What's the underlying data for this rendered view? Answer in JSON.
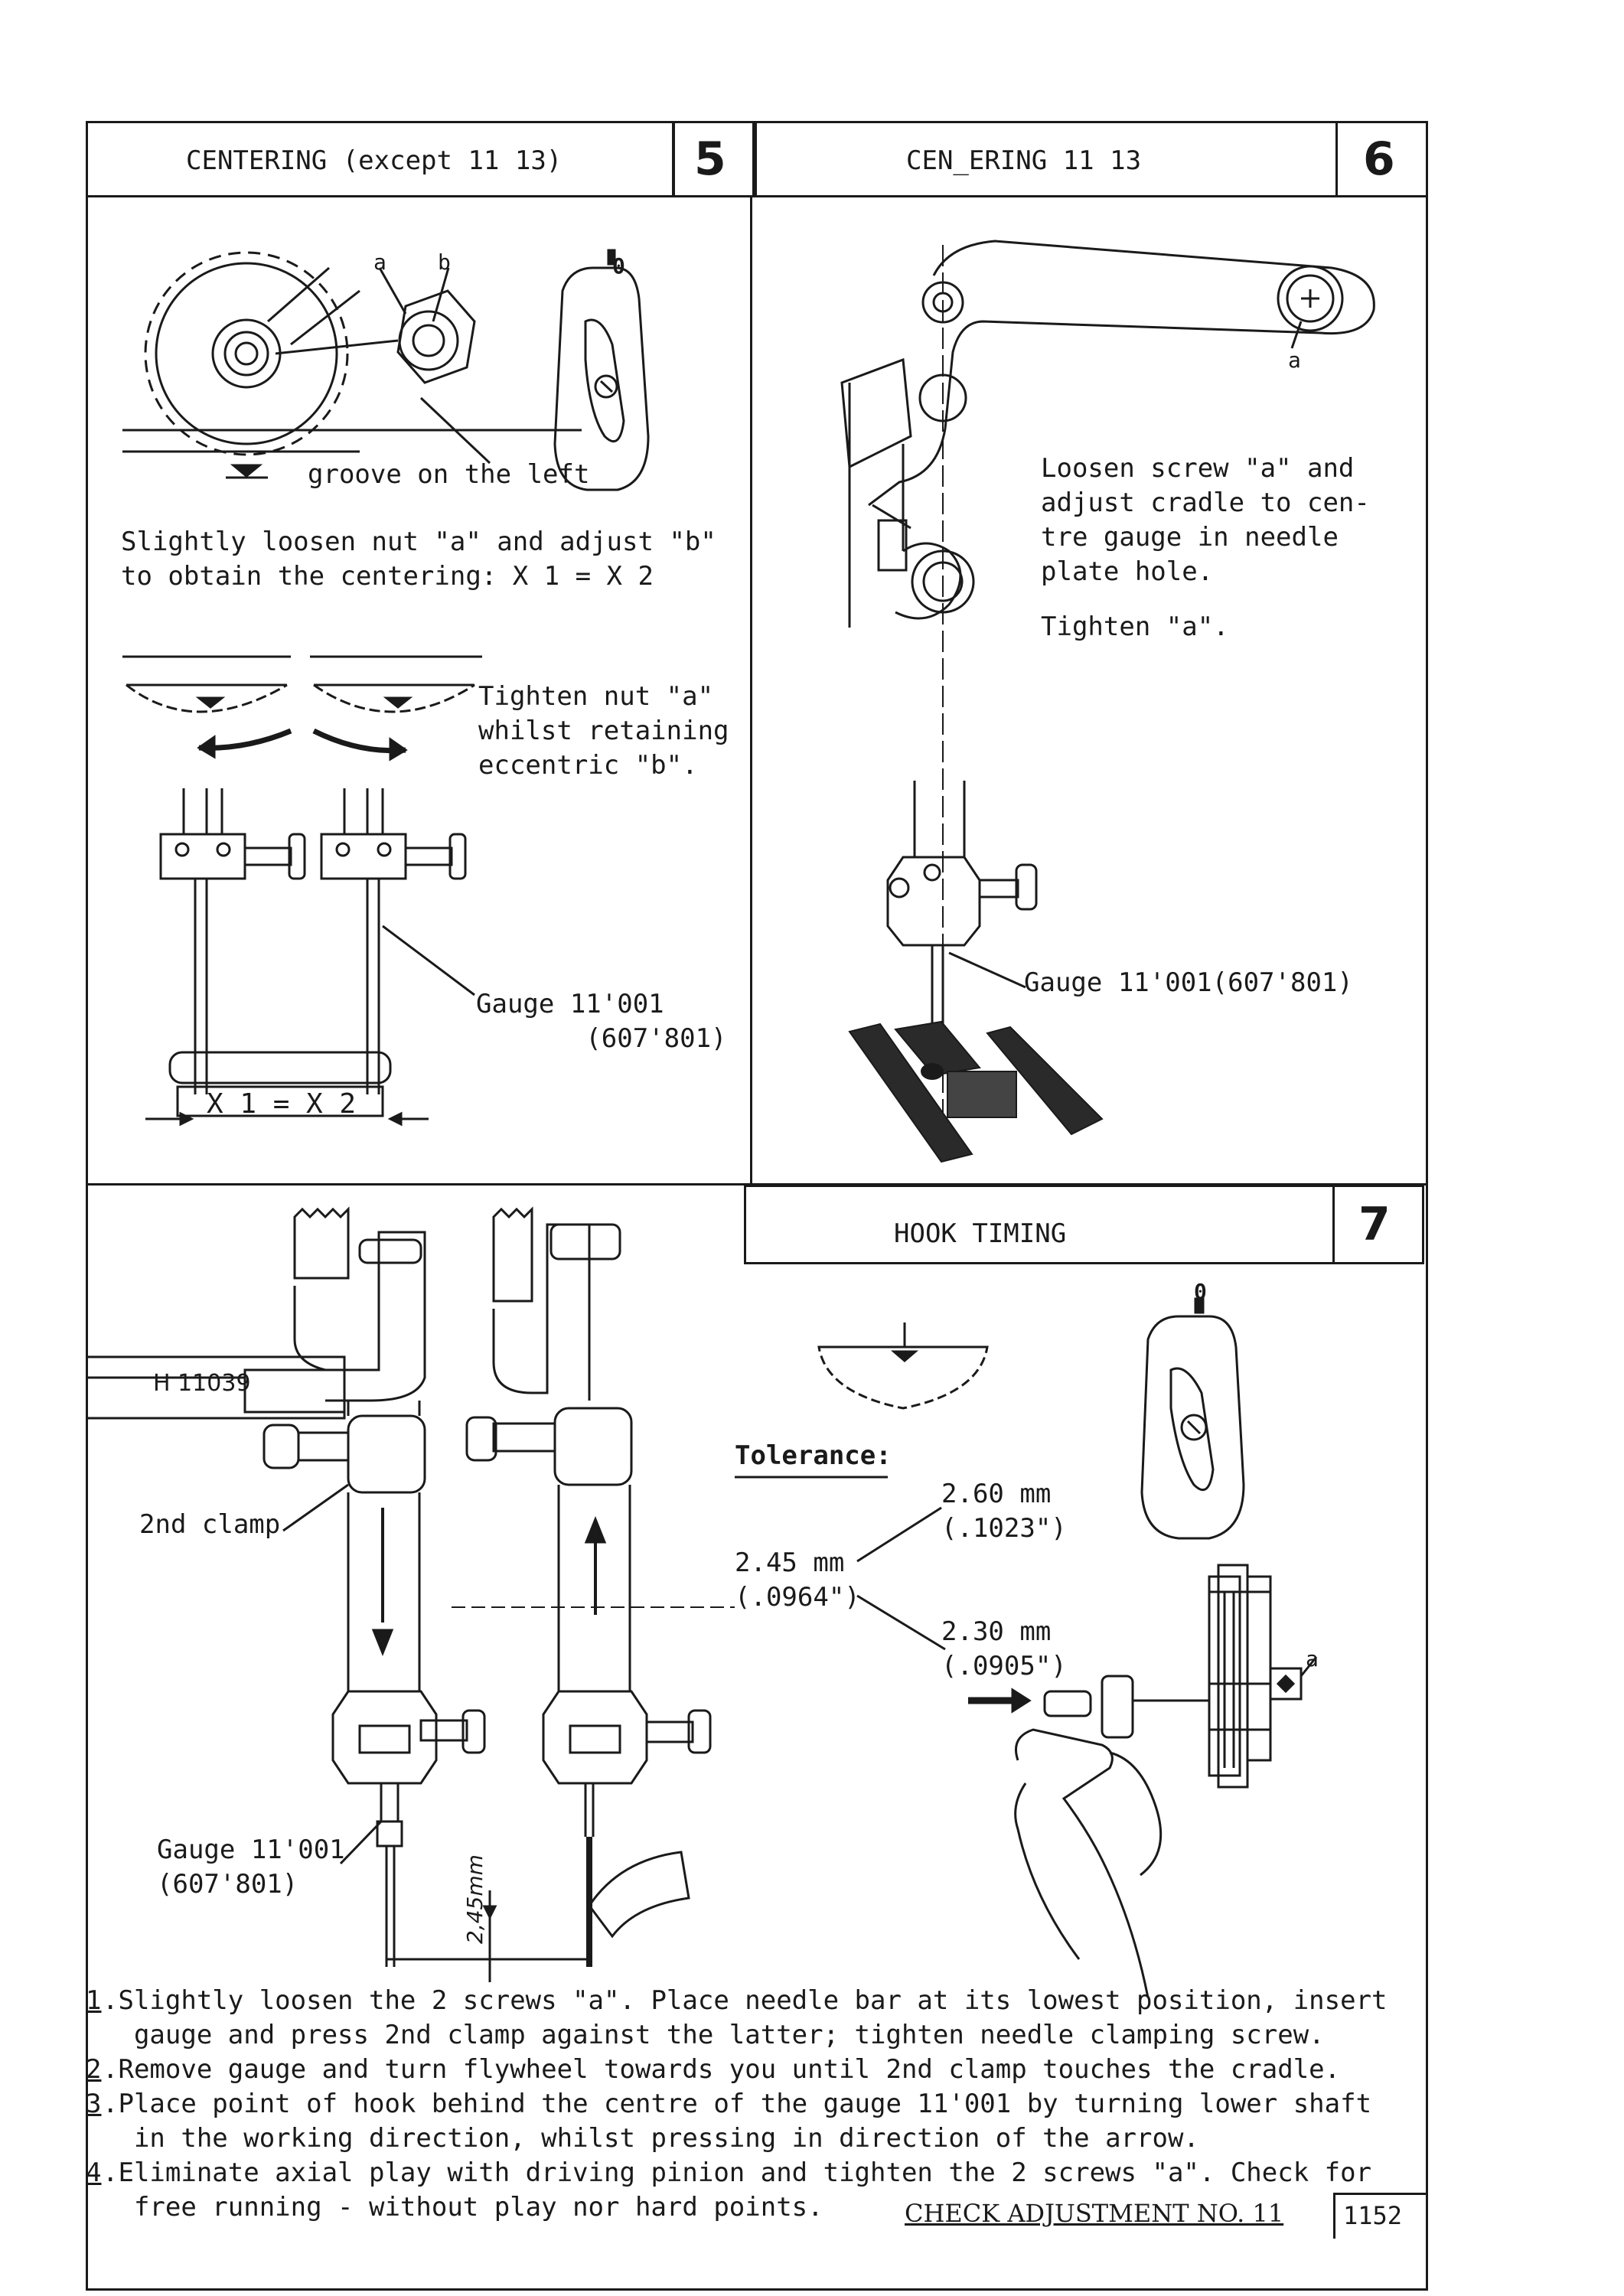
{
  "sections": [
    {
      "title": "CENTERING (except 11  13)",
      "number": "5"
    },
    {
      "title": "CEN_ERING 11  13",
      "number": "6"
    },
    {
      "title": "HOOK TIMING",
      "number": "7"
    }
  ],
  "s5": {
    "label_a": "a",
    "label_b": "b",
    "mark_zero": "0",
    "groove": "groove on the left",
    "instruction": "Slightly loosen nut \"a\" and adjust \"b\"\nto obtain the centering: X 1 = X 2",
    "tighten": "Tighten nut \"a\"\nwhilst retaining\neccentric \"b\".",
    "gauge": "Gauge 11'001\n       (607'801)",
    "x_label": "X 1 = X 2"
  },
  "s6": {
    "label_a": "a",
    "instruction": "Loosen screw \"a\" and\nadjust cradle to cen-\ntre gauge in needle\nplate hole.",
    "tighten": "Tighten \"a\".",
    "gauge": "Gauge 11'001(607'801)"
  },
  "s7": {
    "h_tag": "H 11039",
    "clamp": "2nd clamp",
    "gauge": "Gauge 11'001\n(607'801)",
    "dim": "2,45mm",
    "mark_zero": "0",
    "tolerance_title": "Tolerance:",
    "tol_high": "2.60 mm\n(.1023\")",
    "tol_nominal": "2.45 mm\n(.0964\")",
    "tol_low": "2.30 mm\n(.0905\")",
    "label_a": "a"
  },
  "steps": [
    {
      "num": "1",
      "text": ".Slightly loosen the 2 screws \"a\". Place needle bar at its lowest position, insert\n  gauge and press 2nd clamp against the latter; tighten needle clamping screw."
    },
    {
      "num": "2",
      "text": ".Remove gauge and turn flywheel towards you until 2nd clamp touches the cradle."
    },
    {
      "num": "3",
      "text": ".Place point of hook behind the centre of the gauge 11'001 by turning lower shaft\n  in the working direction, whilst pressing in direction of the arrow."
    },
    {
      "num": "4",
      "text": ".Eliminate axial play with driving pinion and tighten the 2 screws \"a\". Check for\n  free running - without play nor hard points."
    }
  ],
  "footer": {
    "check": "CHECK ADJUSTMENT NO. 11",
    "page": "1152"
  }
}
